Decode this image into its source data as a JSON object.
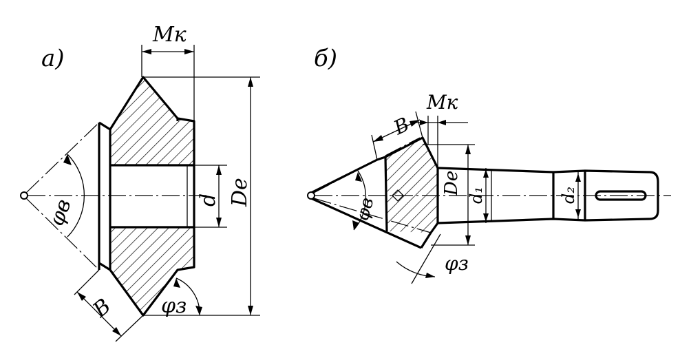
{
  "figure_a": {
    "panel_label": "а)",
    "label_mk": "Mк",
    "label_de": "De",
    "label_d": "d",
    "label_phi_v": "φв",
    "label_phi_z": "φз",
    "label_b": "B"
  },
  "figure_b": {
    "panel_label": "б)",
    "label_mk": "Mк",
    "label_b": "B",
    "label_de": "De",
    "label_d1": "d₁",
    "label_d2": "d₂",
    "label_phi_v": "φв",
    "label_phi_z": "φз"
  }
}
